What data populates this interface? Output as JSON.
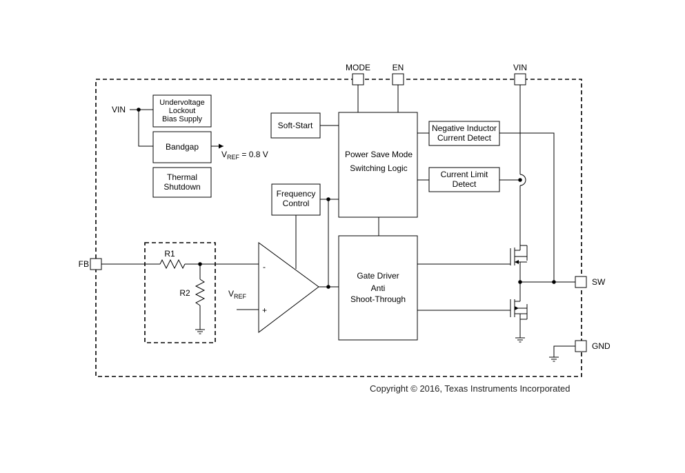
{
  "pins": {
    "mode": "MODE",
    "en": "EN",
    "vin_top": "VIN",
    "fb": "FB",
    "sw": "SW",
    "gnd": "GND"
  },
  "vin_label": "VIN",
  "blocks": {
    "uvlo": [
      "Undervoltage",
      "Lockout",
      "Bias Supply"
    ],
    "bandgap": "Bandgap",
    "vref_out": {
      "v": "V",
      "sub": "REF",
      "value": " = 0.8 V"
    },
    "thermal": [
      "Thermal",
      "Shutdown"
    ],
    "soft_start": "Soft-Start",
    "power_save": [
      "Power Save Mode",
      "Switching Logic"
    ],
    "neg_inductor": [
      "Negative Inductor",
      "Current Detect"
    ],
    "current_limit": [
      "Current Limit",
      "Detect"
    ],
    "frequency": [
      "Frequency",
      "Control"
    ],
    "gate_driver": [
      "Gate Driver",
      "Anti",
      "Shoot-Through"
    ]
  },
  "divider": {
    "r1": "R1",
    "r2": "R2"
  },
  "comparator": {
    "minus": "-",
    "plus": "+",
    "vref_v": "V",
    "vref_sub": "REF"
  },
  "copyright": "Copyright © 2016, Texas Instruments Incorporated"
}
